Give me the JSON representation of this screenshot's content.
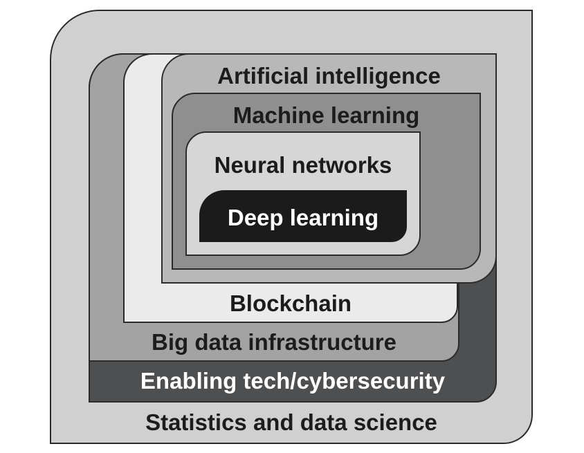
{
  "diagram": {
    "layers": [
      {
        "id": "stats",
        "label": "Statistics and data science",
        "fill": "#d0d0d0"
      },
      {
        "id": "enable",
        "label": "Enabling tech/cybersecurity",
        "fill": "#4e4f51"
      },
      {
        "id": "bigdata",
        "label": "Big data infrastructure",
        "fill": "#a3a3a3"
      },
      {
        "id": "block",
        "label": "Blockchain",
        "fill": "#ebebeb"
      },
      {
        "id": "ai",
        "label": "Artificial intelligence",
        "fill": "#b8b8b8"
      },
      {
        "id": "ml",
        "label": "Machine learning",
        "fill": "#8f8f8f"
      },
      {
        "id": "nn",
        "label": "Neural networks",
        "fill": "#d6d6d6"
      },
      {
        "id": "dl",
        "label": "Deep learning",
        "fill": "#1b1b1b"
      }
    ]
  }
}
